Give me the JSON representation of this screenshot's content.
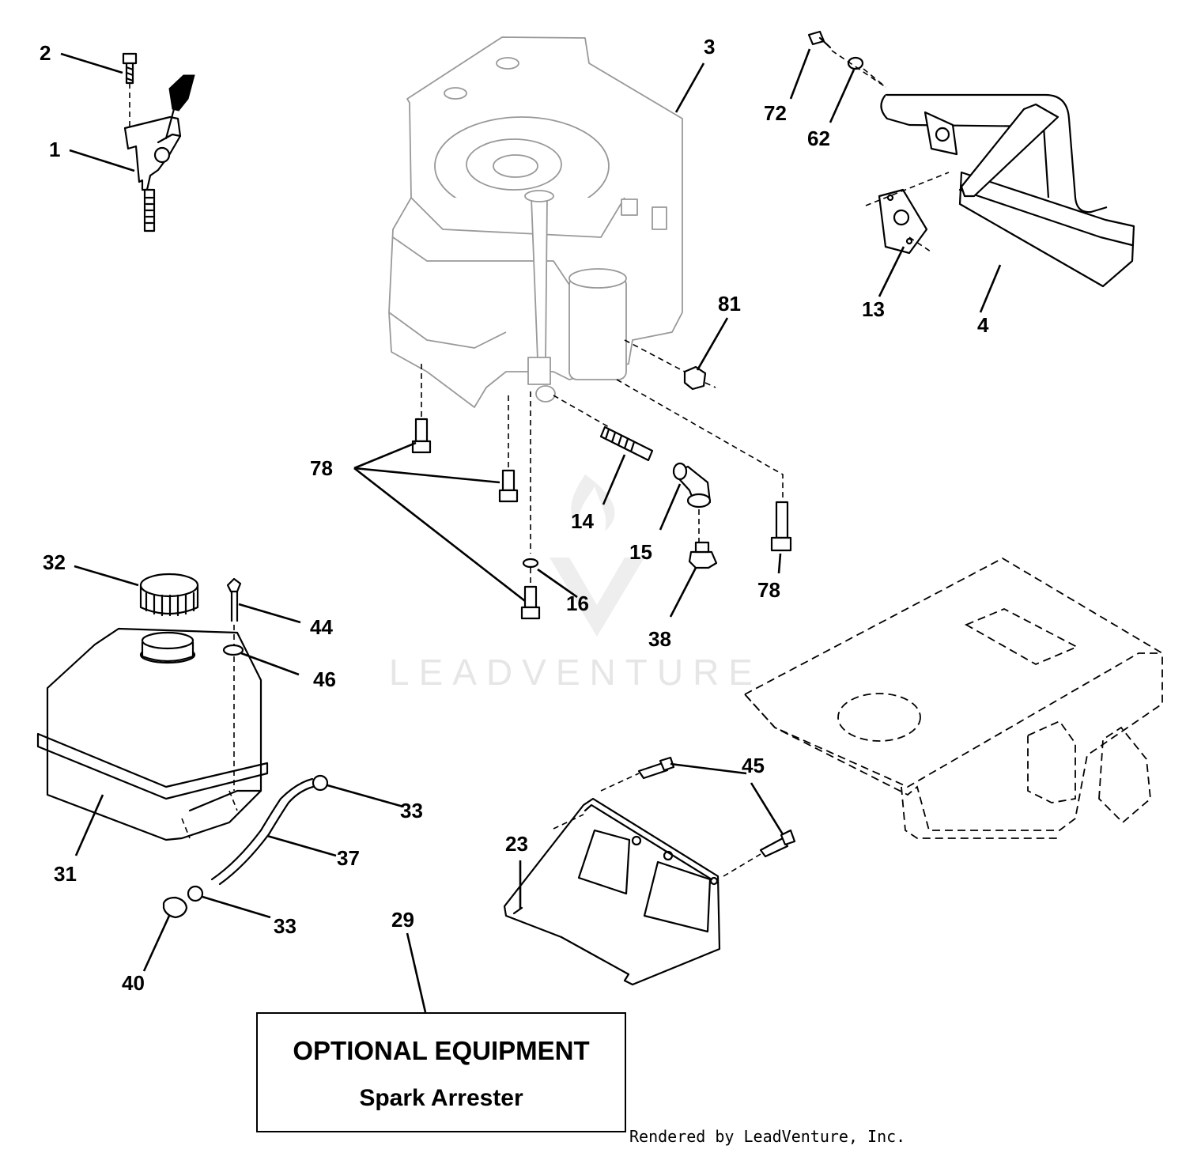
{
  "watermark": "LEADVENTURE",
  "callouts": {
    "c1": "1",
    "c2": "2",
    "c3": "3",
    "c4": "4",
    "c13": "13",
    "c14": "14",
    "c15": "15",
    "c16": "16",
    "c23": "23",
    "c29": "29",
    "c31": "31",
    "c32": "32",
    "c33a": "33",
    "c33b": "33",
    "c37": "37",
    "c38": "38",
    "c40": "40",
    "c44": "44",
    "c45": "45",
    "c46": "46",
    "c62": "62",
    "c72": "72",
    "c78a": "78",
    "c78b": "78",
    "c81": "81"
  },
  "optional_box": {
    "title": "OPTIONAL EQUIPMENT",
    "subtitle": "Spark Arrester"
  },
  "footer": {
    "rendered_by": "Rendered by LeadVenture, Inc."
  }
}
